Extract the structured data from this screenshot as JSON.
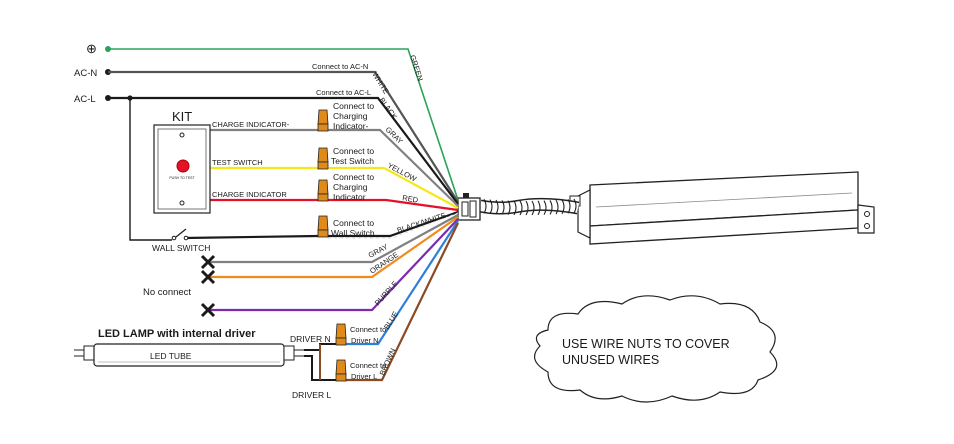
{
  "left_labels": {
    "ground": "⊕",
    "ac_n": "AC-N",
    "ac_l": "AC-L"
  },
  "kit": {
    "title": "KIT",
    "charge_indicator_neg": "CHARGE INDICATOR-",
    "test_switch": "TEST SWITCH",
    "charge_indicator": "CHARGE INDICATOR",
    "button_caption": "PUSH TO TEST",
    "wall_switch": "WALL SWITCH"
  },
  "connect_labels": {
    "ac_n": "Connect to AC-N",
    "ac_l": "Connect to AC-L",
    "charging_neg": [
      "Connect to",
      "Charging",
      "Indicator-"
    ],
    "test_switch": [
      "Connect to",
      "Test Switch"
    ],
    "charging": [
      "Connect to",
      "Charging",
      "Indicator"
    ],
    "wall_switch": [
      "Connect to",
      "Wall Switch"
    ],
    "driver_n": [
      "Connect to",
      "Driver N"
    ],
    "driver_l": [
      "Connect to",
      "Driver L"
    ]
  },
  "wire_colors": {
    "green": "GREEN",
    "white": "WHITE",
    "black": "BLACK",
    "gray": "GRAY",
    "yellow": "YELLOW",
    "red": "RED",
    "black_white": "BLACK/WHITE",
    "gray2": "GRAY",
    "orange": "ORANGE",
    "purple": "PURPLE",
    "blue": "BLUE",
    "brown": "BROWN"
  },
  "no_connect": "No connect",
  "lamp": {
    "title": "LED LAMP with internal driver",
    "tube": "LED TUBE",
    "driver_n": "DRIVER N",
    "driver_l": "DRIVER L"
  },
  "note": [
    "USE WIRE NUTS TO COVER",
    "UNUSED WIRES"
  ],
  "colors": {
    "green": "#2aa35a",
    "gray": "#808080",
    "yellow": "#f4e81a",
    "red": "#e3122a",
    "black": "#1a1a1a",
    "orange": "#f08a1c",
    "purple": "#7b2bb0",
    "blue": "#2f7fd8",
    "brown": "#8b4a22",
    "wirenut": "#e08a1a"
  }
}
